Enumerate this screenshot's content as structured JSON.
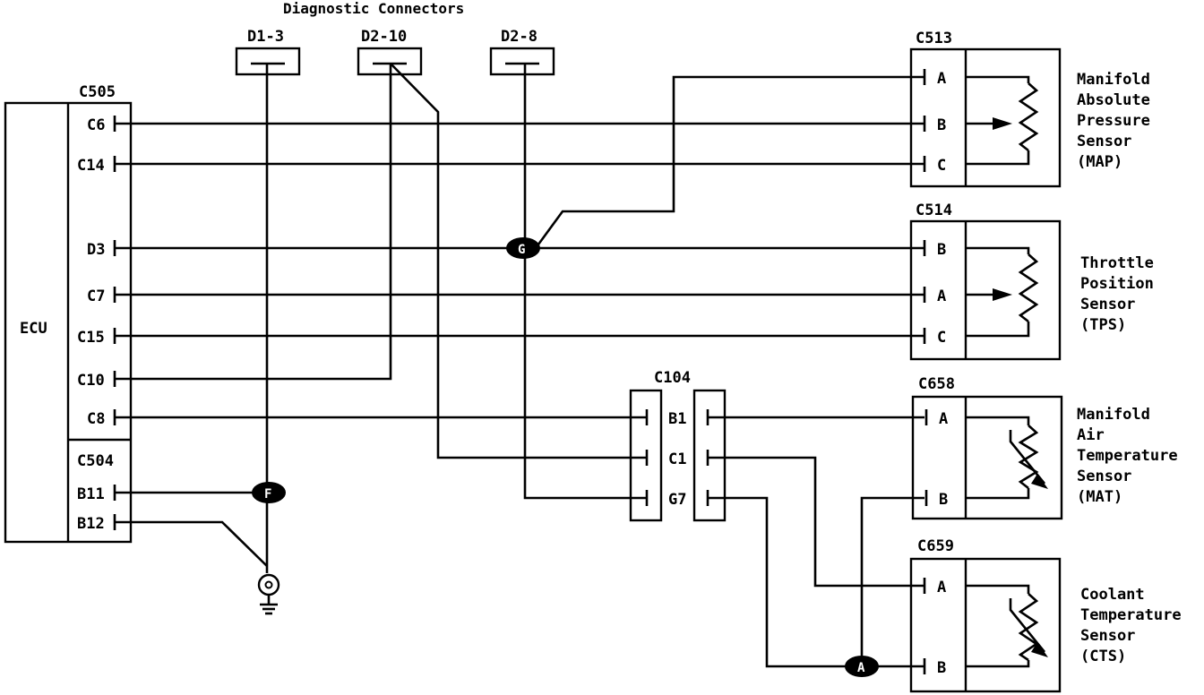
{
  "title": "Diagnostic Connectors",
  "diagnostic_connectors": {
    "d1": "D1-3",
    "d2a": "D2-10",
    "d2b": "D2-8"
  },
  "ecu": {
    "label": "ECU",
    "c505": {
      "name": "C505",
      "pins": [
        "C6",
        "C14",
        "D3",
        "C7",
        "C15",
        "C10",
        "C8"
      ]
    },
    "c504": {
      "name": "C504",
      "pins": [
        "B11",
        "B12"
      ]
    }
  },
  "c104": {
    "name": "C104",
    "pins": [
      "B1",
      "C1",
      "G7"
    ]
  },
  "nodes": {
    "g": "G",
    "f": "F",
    "a": "A"
  },
  "sensors": {
    "map": {
      "connector": "C513",
      "pins": [
        "A",
        "B",
        "C"
      ],
      "name_lines": [
        "Manifold",
        "Absolute",
        "Pressure",
        "Sensor",
        "(MAP)"
      ]
    },
    "tps": {
      "connector": "C514",
      "pins": [
        "B",
        "A",
        "C"
      ],
      "name_lines": [
        "Throttle",
        "Position",
        "Sensor",
        "(TPS)"
      ]
    },
    "mat": {
      "connector": "C658",
      "pins": [
        "A",
        "B"
      ],
      "name_lines": [
        "Manifold",
        "Air",
        "Temperature",
        "Sensor",
        "(MAT)"
      ]
    },
    "cts": {
      "connector": "C659",
      "pins": [
        "A",
        "B"
      ],
      "name_lines": [
        "Coolant",
        "Temperature",
        "Sensor",
        "(CTS)"
      ]
    }
  }
}
